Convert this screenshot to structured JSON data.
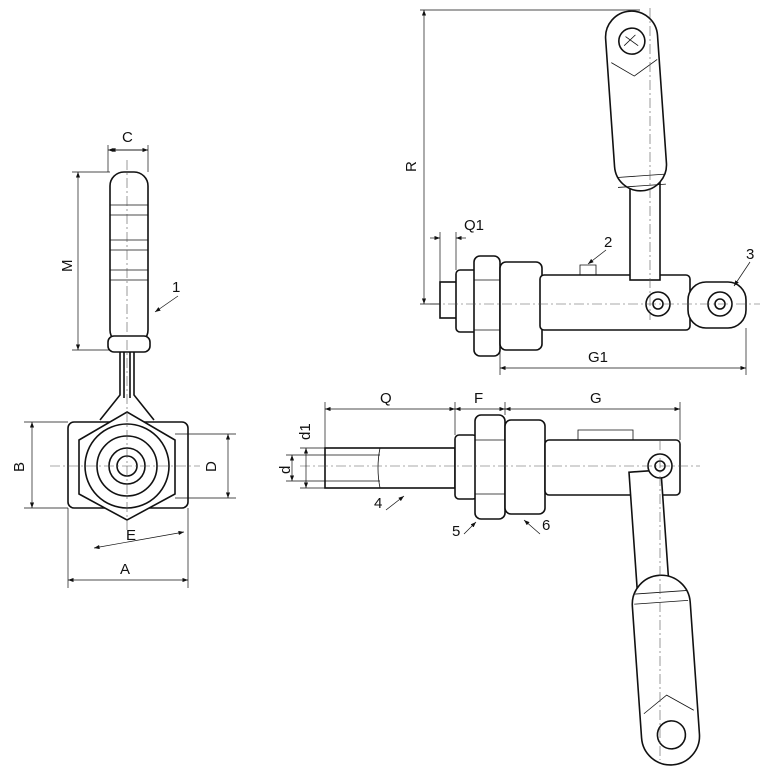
{
  "labels": {
    "C": "C",
    "M": "M",
    "B": "B",
    "D": "D",
    "E": "E",
    "A": "A",
    "R": "R",
    "Q1": "Q1",
    "G1": "G1",
    "Q": "Q",
    "F": "F",
    "G": "G",
    "d1": "d1",
    "d": "d"
  },
  "parts": [
    "1",
    "2",
    "3",
    "4",
    "5",
    "6"
  ],
  "colors": {
    "line": "#111111",
    "background": "#ffffff"
  }
}
